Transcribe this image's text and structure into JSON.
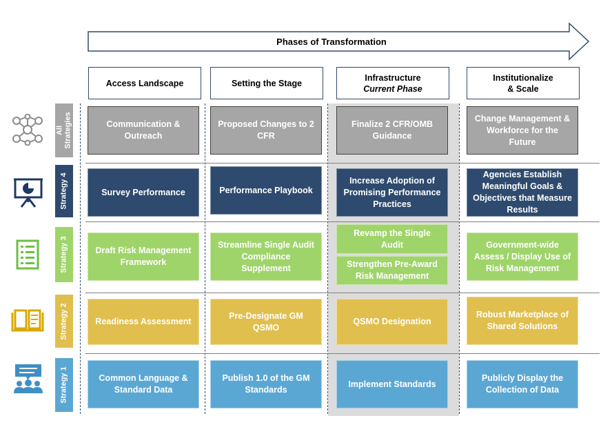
{
  "banner": {
    "label": "Phases of Transformation"
  },
  "phases": [
    {
      "title": "Access Landscape",
      "subtitle": ""
    },
    {
      "title": "Setting the Stage",
      "subtitle": ""
    },
    {
      "title": "Infrastructure",
      "subtitle": "Current Phase"
    },
    {
      "title": "Institutionalize",
      "subtitle": "& Scale"
    }
  ],
  "strategies": [
    {
      "label_line1": "All",
      "label_line2": "Strategies",
      "color": "#a6a6a6",
      "icon": "network-icon"
    },
    {
      "label_line1": "Strategy 4",
      "label_line2": "",
      "color": "#2e4a6e",
      "icon": "presentation-chart-icon"
    },
    {
      "label_line1": "Strategy 3",
      "label_line2": "",
      "color": "#9fd46a",
      "icon": "checklist-icon"
    },
    {
      "label_line1": "Strategy 2",
      "label_line2": "",
      "color": "#e0bf4e",
      "icon": "open-book-icon"
    },
    {
      "label_line1": "Strategy 1",
      "label_line2": "",
      "color": "#5ba7d4",
      "icon": "group-chat-icon"
    }
  ],
  "cells": {
    "all": [
      "Communication & Outreach",
      "Proposed Changes to 2 CFR",
      "Finalize 2 CFR/OMB Guidance",
      "Change Management & Workforce for the Future"
    ],
    "s4": [
      "Survey Performance",
      "Performance Playbook",
      "Increase Adoption of Promising Performance Practices",
      "Agencies Establish Meaningful Goals & Objectives that Measure Results"
    ],
    "s3": [
      "Draft Risk Management Framework",
      "Streamline  Single Audit Compliance Supplement",
      "Revamp the Single Audit",
      "Strengthen Pre-Award Risk Management",
      "Government-wide Assess / Display Use of Risk Management"
    ],
    "s2": [
      "Readiness Assessment",
      "Pre-Designate GM QSMO",
      "QSMO Designation",
      "Robust Marketplace of Shared Solutions"
    ],
    "s1": [
      "Common Language & Standard Data",
      "Publish 1.0 of the GM Standards",
      "Implement Standards",
      "Publicly Display the Collection of Data"
    ]
  },
  "colors": {
    "gray": "#a6a6a6",
    "navy": "#2e4a6e",
    "green": "#9fd46a",
    "gold": "#e0bf4e",
    "blue": "#5ba7d4",
    "current_phase_shade": "#dcdcdc"
  }
}
